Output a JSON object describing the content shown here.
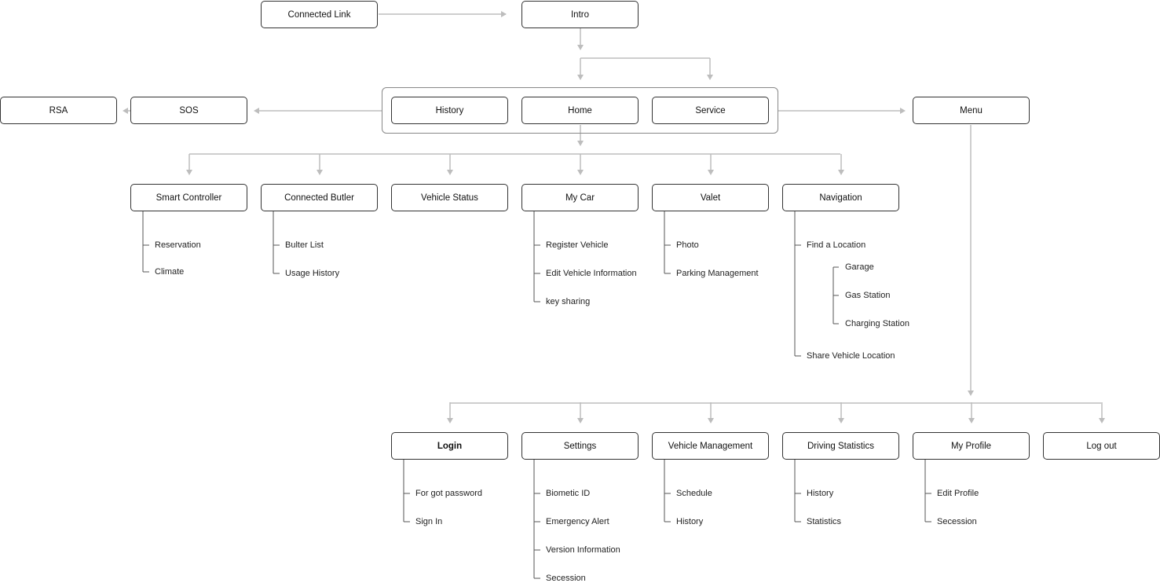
{
  "top": {
    "connected_link": "Connected Link",
    "intro": "Intro"
  },
  "tabs": {
    "history": "History",
    "home": "Home",
    "service": "Service"
  },
  "left": {
    "sos": "SOS",
    "rsa": "RSA"
  },
  "menu": "Menu",
  "home_children": [
    {
      "label": "Smart Controller",
      "items": [
        {
          "label": "Reservation"
        },
        {
          "label": "Climate"
        }
      ]
    },
    {
      "label": "Connected Butler",
      "items": [
        {
          "label": "Bulter List"
        },
        {
          "label": "Usage History"
        }
      ]
    },
    {
      "label": "Vehicle Status",
      "items": []
    },
    {
      "label": "My Car",
      "items": [
        {
          "label": "Register Vehicle"
        },
        {
          "label": "Edit Vehicle Information"
        },
        {
          "label": "key sharing"
        }
      ]
    },
    {
      "label": "Valet",
      "items": [
        {
          "label": "Photo"
        },
        {
          "label": "Parking Management"
        }
      ]
    },
    {
      "label": "Navigation",
      "items": [
        {
          "label": "Find a Location",
          "children": [
            {
              "label": "Garage"
            },
            {
              "label": "Gas Station"
            },
            {
              "label": "Charging Station"
            }
          ]
        },
        {
          "label": "Share Vehicle Location"
        }
      ]
    }
  ],
  "menu_children": [
    {
      "label": "Login",
      "items": [
        {
          "label": "For got password"
        },
        {
          "label": "Sign In"
        }
      ]
    },
    {
      "label": "Settings",
      "items": [
        {
          "label": "Biometic ID"
        },
        {
          "label": "Emergency Alert"
        },
        {
          "label": "Version Information"
        },
        {
          "label": "Secession"
        }
      ]
    },
    {
      "label": "Vehicle Management",
      "items": [
        {
          "label": "Schedule"
        },
        {
          "label": "History"
        }
      ]
    },
    {
      "label": "Driving Statistics",
      "items": [
        {
          "label": "History"
        },
        {
          "label": "Statistics"
        }
      ]
    },
    {
      "label": "My Profile",
      "items": [
        {
          "label": "Edit Profile"
        },
        {
          "label": "Secession"
        }
      ]
    },
    {
      "label": "Log out",
      "items": []
    }
  ]
}
